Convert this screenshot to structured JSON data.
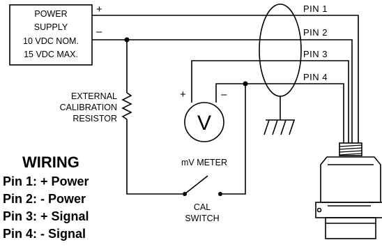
{
  "power_supply": {
    "line1": "POWER",
    "line2": "SUPPLY",
    "line3": "10  VDC  NOM.",
    "line4": "15  VDC  MAX.",
    "plus": "+",
    "minus": "–"
  },
  "pins": {
    "pin1": "PIN  1",
    "pin2": "PIN  2",
    "pin3": "PIN  3",
    "pin4": "PIN  4"
  },
  "resistor": {
    "line1": "EXTERNAL",
    "line2": "CALIBRATION",
    "line3": "RESISTOR"
  },
  "meter": {
    "symbol": "V",
    "label": "mV  METER",
    "plus": "+",
    "minus": "–"
  },
  "switch": {
    "line1": "CAL",
    "line2": "SWITCH"
  },
  "wiring": {
    "title": "WIRING",
    "pin1": "Pin 1: + Power",
    "pin2": "Pin 2: - Power",
    "pin3": "Pin 3: + Signal",
    "pin4": "Pin 4: - Signal"
  }
}
